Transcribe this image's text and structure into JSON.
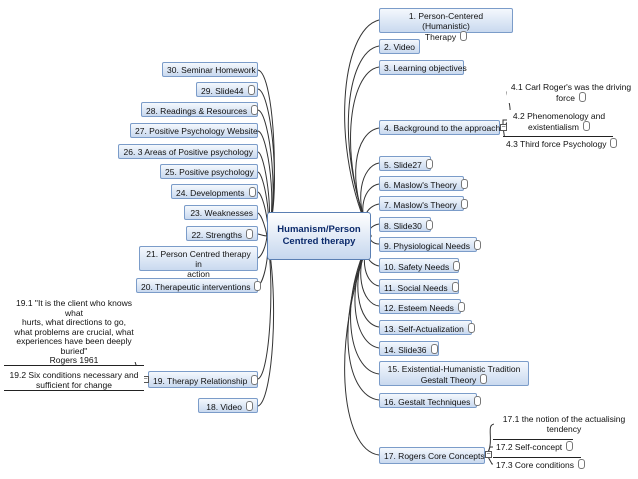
{
  "central": {
    "line1": "Humanism/Person",
    "line2": "Centred therapy"
  },
  "right_nodes": {
    "n1": {
      "line1": "1.  Person-Centered (Humanistic)",
      "line2": "Therapy"
    },
    "n2": "2.  Video",
    "n3": "3.  Learning objectives",
    "n4": "4.  Background to the approach",
    "n5": "5.  Slide27",
    "n6": "6.  Maslow's Theory",
    "n7": "7.  Maslow's Theory",
    "n8": "8.  Slide30",
    "n9": "9.  Physiological Needs",
    "n10": "10.  Safety Needs",
    "n11": "11.  Social Needs",
    "n12": "12.  Esteem Needs",
    "n13": "13.  Self-Actualization",
    "n14": "14.  Slide36",
    "n15": {
      "line1": "15.  Existential-Humanistic  Tradition",
      "line2": "Gestalt  Theory"
    },
    "n16": "16.  Gestalt Techniques",
    "n17": "17.  Rogers Core Concepts"
  },
  "left_nodes": {
    "n18": "18.  Video",
    "n19": "19.  Therapy Relationship",
    "n20": "20.  Therapeutic interventions",
    "n21": {
      "line1": "21.  Person Centred therapy in",
      "line2": "action"
    },
    "n22": "22.  Strengths",
    "n23": "23.  Weaknesses",
    "n24": "24.  Developments",
    "n25": "25.  Positive psychology",
    "n26": "26.  3 Areas of Positive psychology",
    "n27": "27.  Positive Psychology Website",
    "n28": "28.  Readings & Resources",
    "n29": "29.  Slide44",
    "n30": "30.  Seminar Homework"
  },
  "sub_nodes": {
    "s4_1": {
      "line1": "4.1  Carl Roger's was the driving",
      "line2": "force"
    },
    "s4_2": {
      "line1": "4.2  Phenomenology and",
      "line2": "existentialism"
    },
    "s4_3": "4.3  Third force Psychology",
    "s17_1": {
      "line1": "17.1   the notion of the actualising",
      "line2": "tendency"
    },
    "s17_2": "17.2  Self-concept",
    "s17_3": "17.3  Core conditions",
    "s19_1": {
      "line1": "19.1  \"It is the client who knows what",
      "line2": "hurts, what directions to go,",
      "line3": "what problems are crucial, what",
      "line4": "experiences have been deeply",
      "line5": "buried\"",
      "line6": "Rogers 1961"
    },
    "s19_2": {
      "line1": "19.2  Six conditions necessary and",
      "line2": "sufficient for change"
    }
  },
  "colors": {
    "node_border": "#7b9cc9",
    "node_fill_top": "#f4f8fd",
    "node_fill_bottom": "#c9d9ef",
    "connector": "#333333",
    "central_text": "#0b2a6b"
  }
}
